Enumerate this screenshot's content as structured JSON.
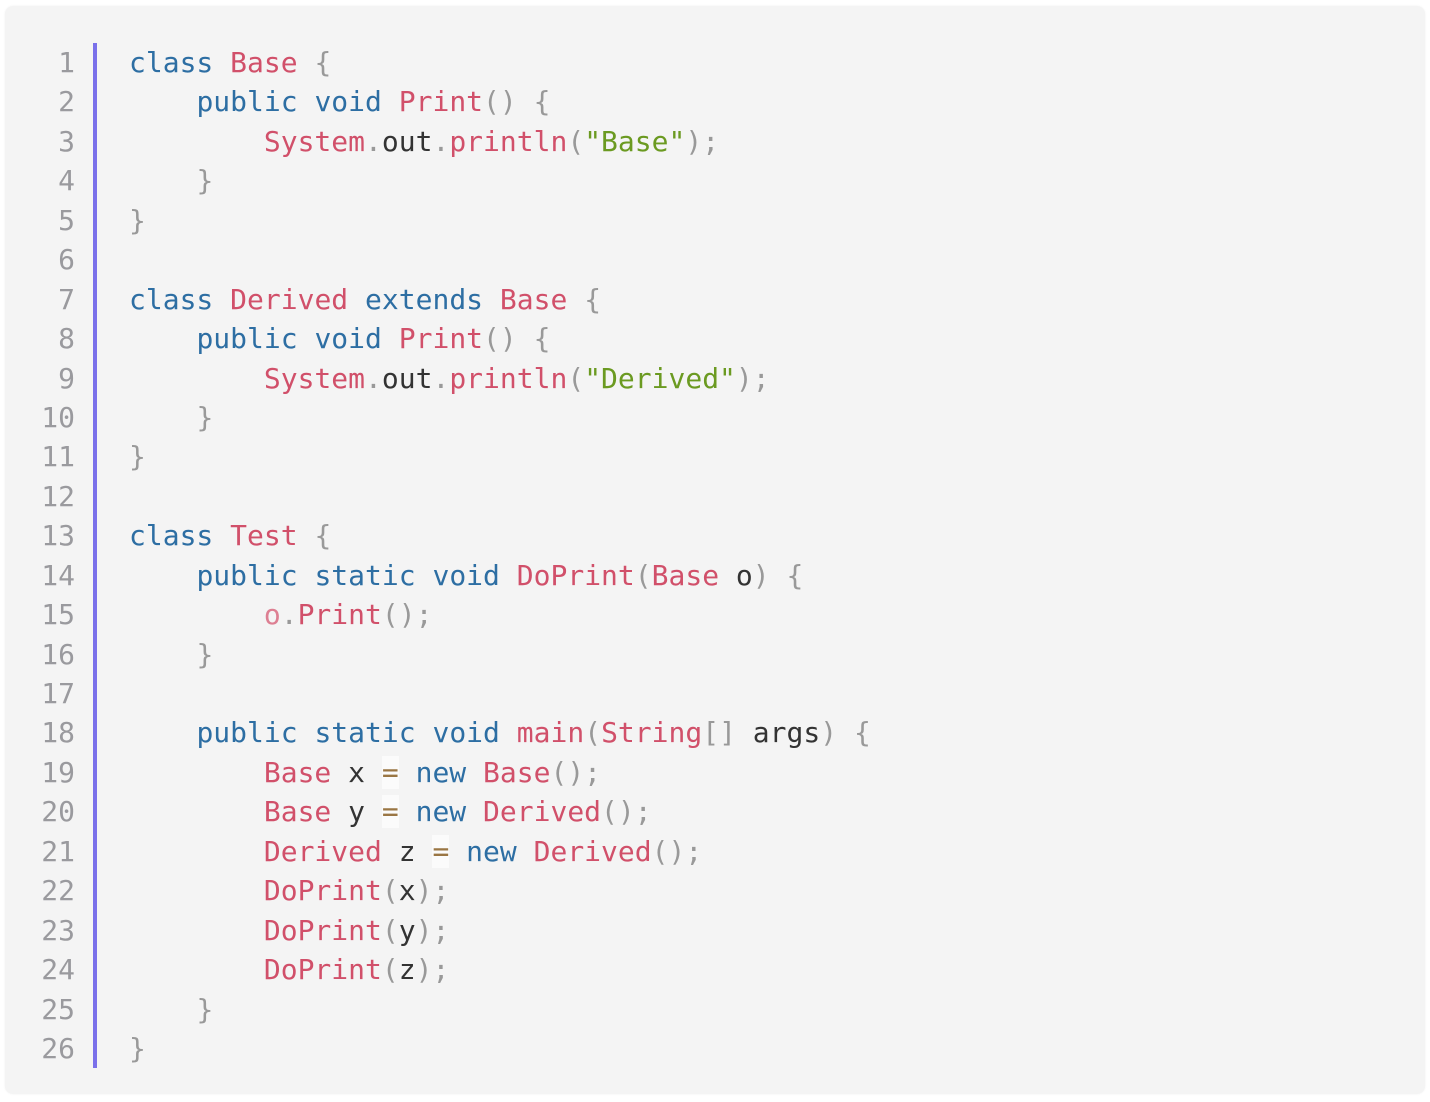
{
  "colors": {
    "keyword": "#2d6ea3",
    "class": "#d1506a",
    "string": "#6b9a21",
    "punctuation": "#999999",
    "operator": "#9a7644",
    "gutter_bar": "#7a70ea",
    "background": "#f4f4f4"
  },
  "lines": [
    [
      [
        "k",
        "class"
      ],
      [
        "t",
        " "
      ],
      [
        "c",
        "Base"
      ],
      [
        "t",
        " "
      ],
      [
        "p",
        "{"
      ]
    ],
    [
      [
        "t",
        "    "
      ],
      [
        "k",
        "public"
      ],
      [
        "t",
        " "
      ],
      [
        "k",
        "void"
      ],
      [
        "t",
        " "
      ],
      [
        "f",
        "Print"
      ],
      [
        "p",
        "()"
      ],
      [
        "t",
        " "
      ],
      [
        "p",
        "{"
      ]
    ],
    [
      [
        "t",
        "        "
      ],
      [
        "c",
        "System"
      ],
      [
        "p",
        "."
      ],
      [
        "t",
        "out"
      ],
      [
        "p",
        "."
      ],
      [
        "f",
        "println"
      ],
      [
        "p",
        "("
      ],
      [
        "s",
        "\"Base\""
      ],
      [
        "p",
        ");"
      ]
    ],
    [
      [
        "t",
        "    "
      ],
      [
        "p",
        "}"
      ]
    ],
    [
      [
        "p",
        "}"
      ]
    ],
    [],
    [
      [
        "k",
        "class"
      ],
      [
        "t",
        " "
      ],
      [
        "c",
        "Derived"
      ],
      [
        "t",
        " "
      ],
      [
        "k",
        "extends"
      ],
      [
        "t",
        " "
      ],
      [
        "c",
        "Base"
      ],
      [
        "t",
        " "
      ],
      [
        "p",
        "{"
      ]
    ],
    [
      [
        "t",
        "    "
      ],
      [
        "k",
        "public"
      ],
      [
        "t",
        " "
      ],
      [
        "k",
        "void"
      ],
      [
        "t",
        " "
      ],
      [
        "f",
        "Print"
      ],
      [
        "p",
        "()"
      ],
      [
        "t",
        " "
      ],
      [
        "p",
        "{"
      ]
    ],
    [
      [
        "t",
        "        "
      ],
      [
        "c",
        "System"
      ],
      [
        "p",
        "."
      ],
      [
        "t",
        "out"
      ],
      [
        "p",
        "."
      ],
      [
        "f",
        "println"
      ],
      [
        "p",
        "("
      ],
      [
        "s",
        "\"Derived\""
      ],
      [
        "p",
        ");"
      ]
    ],
    [
      [
        "t",
        "    "
      ],
      [
        "p",
        "}"
      ]
    ],
    [
      [
        "p",
        "}"
      ]
    ],
    [],
    [
      [
        "k",
        "class"
      ],
      [
        "t",
        " "
      ],
      [
        "c",
        "Test"
      ],
      [
        "t",
        " "
      ],
      [
        "p",
        "{"
      ]
    ],
    [
      [
        "t",
        "    "
      ],
      [
        "k",
        "public"
      ],
      [
        "t",
        " "
      ],
      [
        "k",
        "static"
      ],
      [
        "t",
        " "
      ],
      [
        "k",
        "void"
      ],
      [
        "t",
        " "
      ],
      [
        "f",
        "DoPrint"
      ],
      [
        "p",
        "("
      ],
      [
        "c",
        "Base"
      ],
      [
        "t",
        " o"
      ],
      [
        "p",
        ")"
      ],
      [
        "t",
        " "
      ],
      [
        "p",
        "{"
      ]
    ],
    [
      [
        "t",
        "        "
      ],
      [
        "v",
        "o"
      ],
      [
        "p",
        "."
      ],
      [
        "f",
        "Print"
      ],
      [
        "p",
        "();"
      ]
    ],
    [
      [
        "t",
        "    "
      ],
      [
        "p",
        "}"
      ]
    ],
    [],
    [
      [
        "t",
        "    "
      ],
      [
        "k",
        "public"
      ],
      [
        "t",
        " "
      ],
      [
        "k",
        "static"
      ],
      [
        "t",
        " "
      ],
      [
        "k",
        "void"
      ],
      [
        "t",
        " "
      ],
      [
        "f",
        "main"
      ],
      [
        "p",
        "("
      ],
      [
        "c",
        "String"
      ],
      [
        "p",
        "[]"
      ],
      [
        "t",
        " args"
      ],
      [
        "p",
        ")"
      ],
      [
        "t",
        " "
      ],
      [
        "p",
        "{"
      ]
    ],
    [
      [
        "t",
        "        "
      ],
      [
        "c",
        "Base"
      ],
      [
        "t",
        " x "
      ],
      [
        "o",
        "="
      ],
      [
        "t",
        " "
      ],
      [
        "k",
        "new"
      ],
      [
        "t",
        " "
      ],
      [
        "c",
        "Base"
      ],
      [
        "p",
        "();"
      ]
    ],
    [
      [
        "t",
        "        "
      ],
      [
        "c",
        "Base"
      ],
      [
        "t",
        " y "
      ],
      [
        "o",
        "="
      ],
      [
        "t",
        " "
      ],
      [
        "k",
        "new"
      ],
      [
        "t",
        " "
      ],
      [
        "c",
        "Derived"
      ],
      [
        "p",
        "();"
      ]
    ],
    [
      [
        "t",
        "        "
      ],
      [
        "c",
        "Derived"
      ],
      [
        "t",
        " z "
      ],
      [
        "o",
        "="
      ],
      [
        "t",
        " "
      ],
      [
        "k",
        "new"
      ],
      [
        "t",
        " "
      ],
      [
        "c",
        "Derived"
      ],
      [
        "p",
        "();"
      ]
    ],
    [
      [
        "t",
        "        "
      ],
      [
        "f",
        "DoPrint"
      ],
      [
        "p",
        "("
      ],
      [
        "t",
        "x"
      ],
      [
        "p",
        ");"
      ]
    ],
    [
      [
        "t",
        "        "
      ],
      [
        "f",
        "DoPrint"
      ],
      [
        "p",
        "("
      ],
      [
        "t",
        "y"
      ],
      [
        "p",
        ");"
      ]
    ],
    [
      [
        "t",
        "        "
      ],
      [
        "f",
        "DoPrint"
      ],
      [
        "p",
        "("
      ],
      [
        "t",
        "z"
      ],
      [
        "p",
        ");"
      ]
    ],
    [
      [
        "t",
        "    "
      ],
      [
        "p",
        "}"
      ]
    ],
    [
      [
        "p",
        "}"
      ]
    ]
  ],
  "line_numbers": [
    "1",
    "2",
    "3",
    "4",
    "5",
    "6",
    "7",
    "8",
    "9",
    "10",
    "11",
    "12",
    "13",
    "14",
    "15",
    "16",
    "17",
    "18",
    "19",
    "20",
    "21",
    "22",
    "23",
    "24",
    "25",
    "26"
  ]
}
